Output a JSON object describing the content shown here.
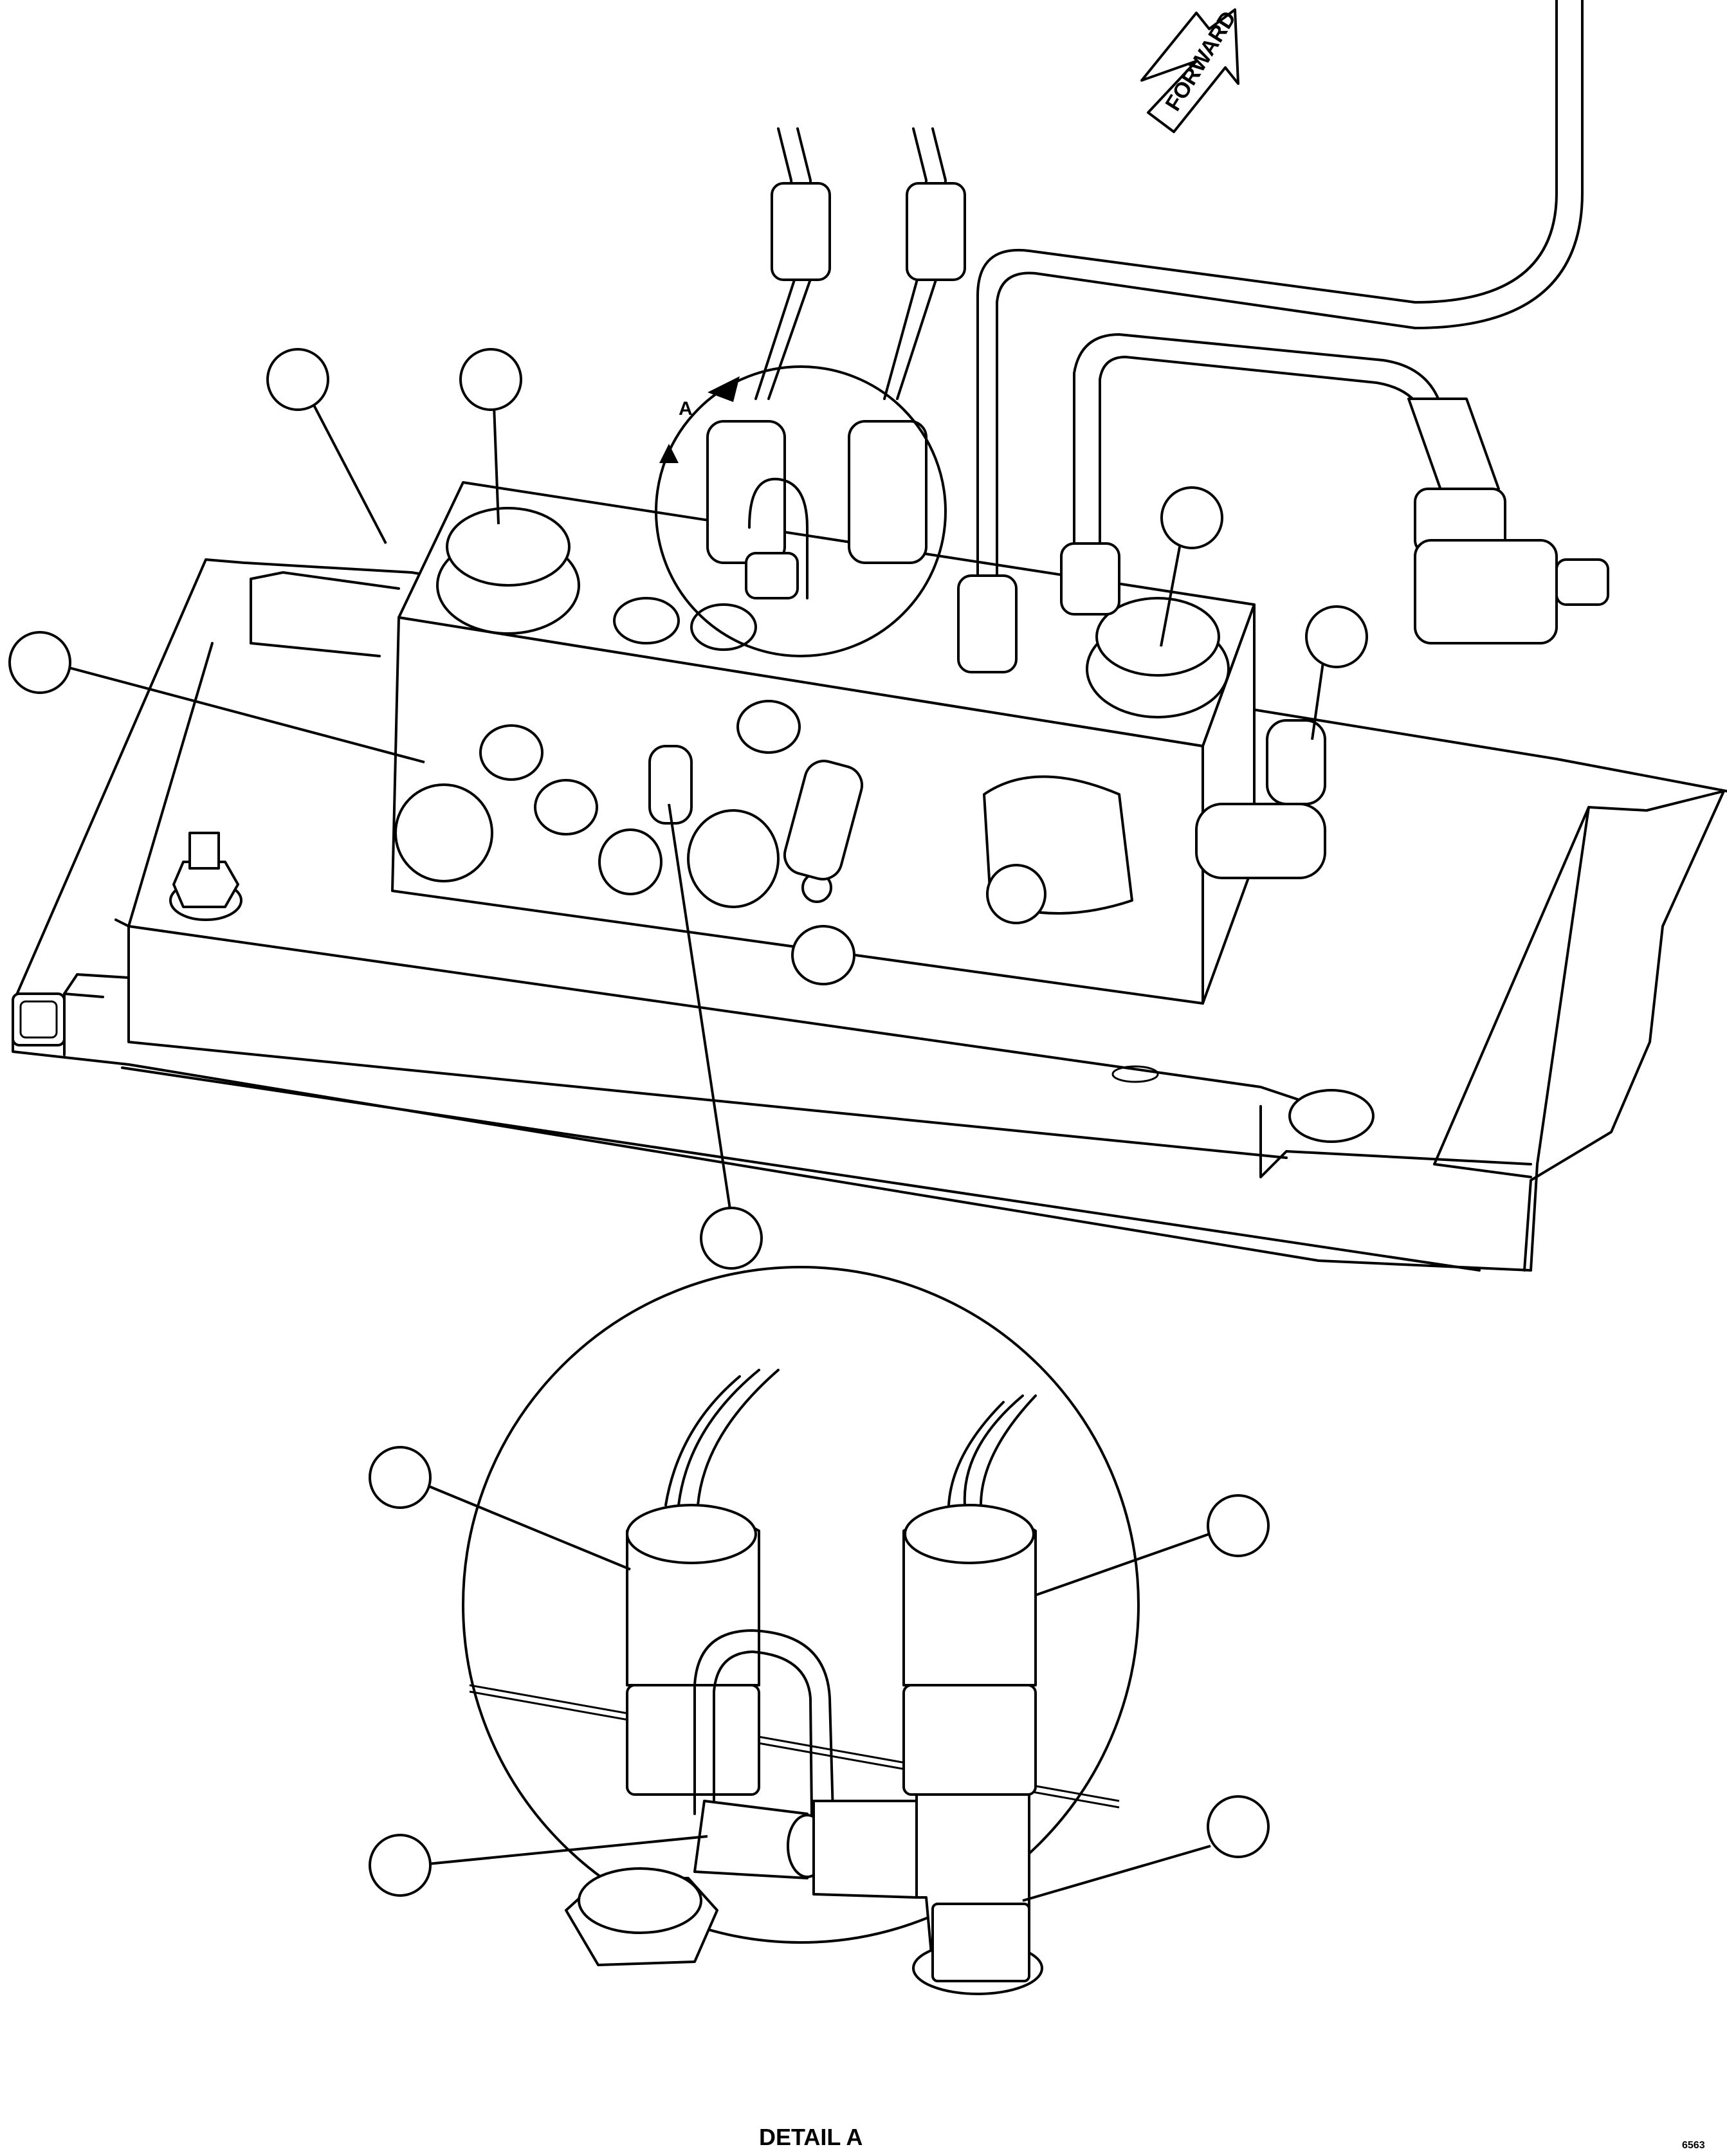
{
  "labels": {
    "forward": "FORWARD",
    "view_marker": "A",
    "detail_title": "DETAIL A",
    "figure_id": "6563"
  },
  "colors": {
    "ink": "#000000",
    "paper": "#ffffff"
  }
}
